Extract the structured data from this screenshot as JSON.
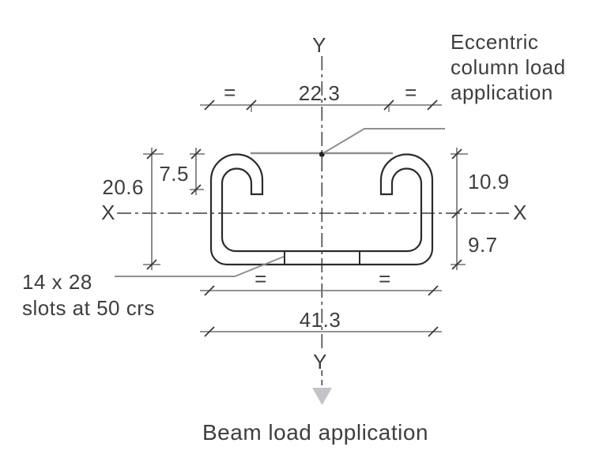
{
  "figure": {
    "axis": {
      "y_top": "Y",
      "y_bottom": "Y",
      "x_left": "X",
      "x_right": "X"
    },
    "dims": {
      "lip_opening": "22.3",
      "overall_width": "41.3",
      "overall_height": "20.6",
      "lip_depth": "7.5",
      "above_axis": "10.9",
      "below_axis": "9.7",
      "equal_mark": "="
    },
    "notes": {
      "eccentric_line1": "Eccentric",
      "eccentric_line2": "column load",
      "eccentric_line3": "application",
      "slots_line1": "14 x 28",
      "slots_line2": "slots at 50 crs",
      "beam": "Beam load application"
    },
    "colors": {
      "profile": "#2b2b2b",
      "dimension_lines": "#707070",
      "leader_lines": "#8f8f8f",
      "text": "#3e3e3e",
      "arrow": "#c4c4c8"
    }
  }
}
